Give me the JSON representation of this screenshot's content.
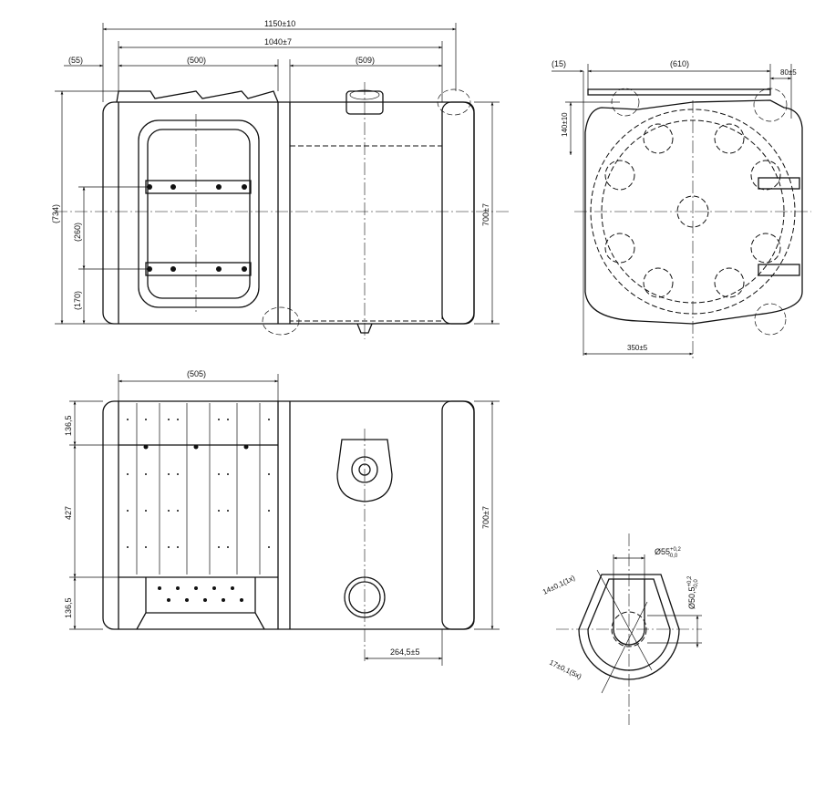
{
  "front_view": {
    "overall_length": "1150±10",
    "inner_length": "1040±7",
    "left_offset": "(55)",
    "bracket_span": "(500)",
    "right_span": "(509)",
    "overall_height": "(734)",
    "strap_spacing": "(260)",
    "lower_strap": "(170)",
    "tank_height": "700±7"
  },
  "side_view": {
    "left_offset": "(15)",
    "width": "(610)",
    "right_offset": "80±5",
    "top_offset": "140±10",
    "drain_offset": "350±5"
  },
  "top_view": {
    "bracket_span": "(505)",
    "top_margin": "136,5",
    "middle": "427",
    "bottom_margin": "136,5",
    "tank_height": "700±7",
    "outlet_offset": "264,5±5"
  },
  "detail_view": {
    "bore_diameter": "Ø55",
    "bore_tol_upper": "+0,2",
    "bore_tol_lower": "-0,0",
    "inner_diameter": "Ø50,5",
    "inner_tol_upper": "+0,2",
    "inner_tol_lower": "-0,0",
    "wall_single": "14±0,1(1x)",
    "wall_multi": "17±0,1(5x)"
  }
}
